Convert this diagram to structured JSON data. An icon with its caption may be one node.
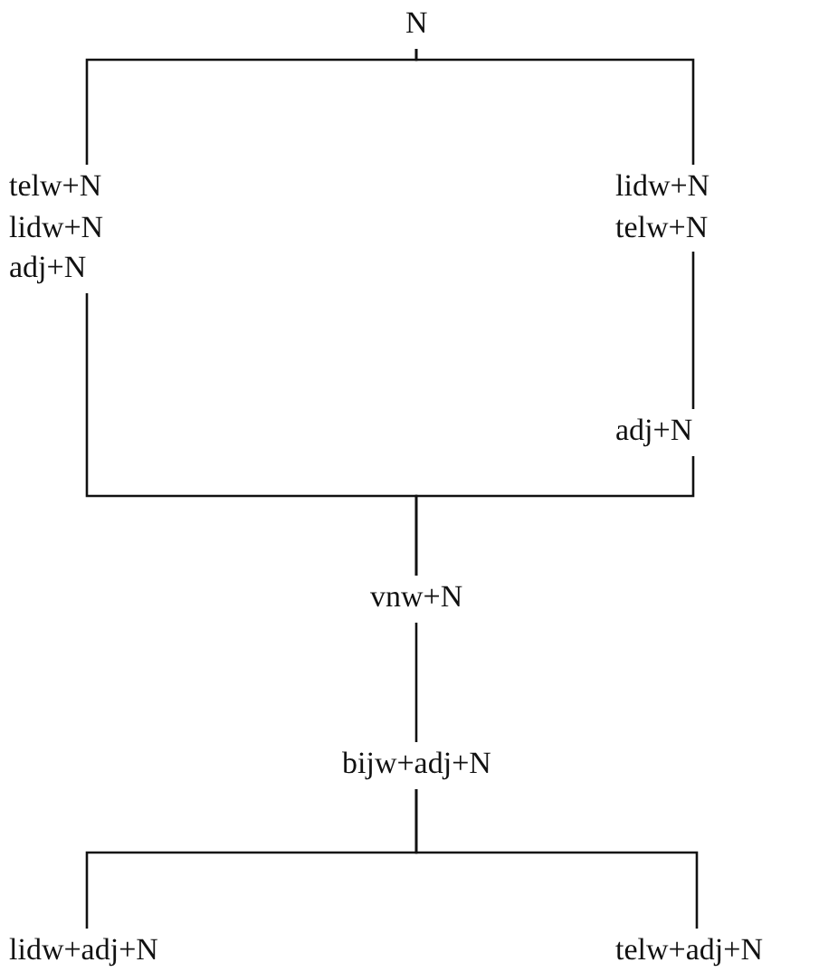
{
  "diagram": {
    "nodes": [
      {
        "text": [
          "N"
        ]
      },
      {
        "text": [
          "telw+N",
          "lidw+N",
          "adj+N"
        ]
      },
      {
        "text": [
          "lidw+N",
          "telw+N"
        ]
      },
      {
        "text": [
          "adj+N"
        ]
      },
      {
        "text": [
          "vnw+N"
        ]
      },
      {
        "text": [
          "bijw+adj+N"
        ]
      },
      {
        "text": [
          "lidw+adj+N"
        ]
      },
      {
        "text": [
          "telw+adj+N"
        ]
      }
    ],
    "edges": [
      {
        "from": 0,
        "to": 1,
        "arrow": "none"
      },
      {
        "from": 0,
        "to": 2,
        "arrow": "none"
      },
      {
        "from": 2,
        "to": 3,
        "arrow": "none"
      },
      {
        "from": 1,
        "to": 4,
        "arrow": "none"
      },
      {
        "from": 3,
        "to": 4,
        "arrow": "none"
      },
      {
        "from": 4,
        "to": 5,
        "arrow": "none"
      },
      {
        "from": 5,
        "to": 6,
        "arrow": "none"
      },
      {
        "from": 5,
        "to": 7,
        "arrow": "none"
      }
    ]
  }
}
